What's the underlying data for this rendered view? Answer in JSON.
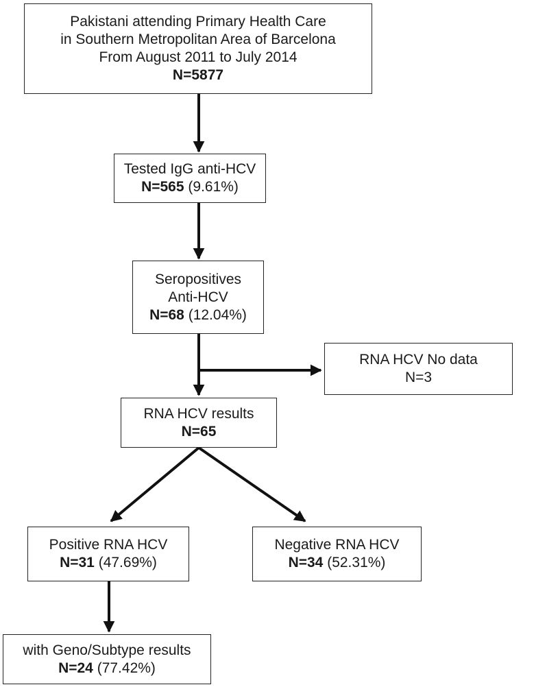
{
  "boxes": {
    "population": {
      "lines": [
        "Pakistani attending Primary Health Care",
        "in Southern Metropolitan Area of Barcelona",
        "From August 2011 to July 2014"
      ],
      "count": "N=5877"
    },
    "tested": {
      "line": "Tested IgG anti-HCV",
      "count": "N=565",
      "pct": "(9.61%)"
    },
    "seropositive": {
      "lines": [
        "Seropositives",
        "Anti-HCV"
      ],
      "count": "N=68",
      "pct": "(12.04%)"
    },
    "no_data": {
      "line": "RNA HCV No data",
      "count": "N=3"
    },
    "rna_results": {
      "line": "RNA HCV results",
      "count": "N=65"
    },
    "positive": {
      "line": "Positive RNA HCV",
      "count": "N=31",
      "pct": "(47.69%)"
    },
    "negative": {
      "line": "Negative RNA HCV",
      "count": "N=34",
      "pct": "(52.31%)"
    },
    "genotype": {
      "line": "with Geno/Subtype results",
      "count": "N=24",
      "pct": "(77.42%)"
    }
  }
}
